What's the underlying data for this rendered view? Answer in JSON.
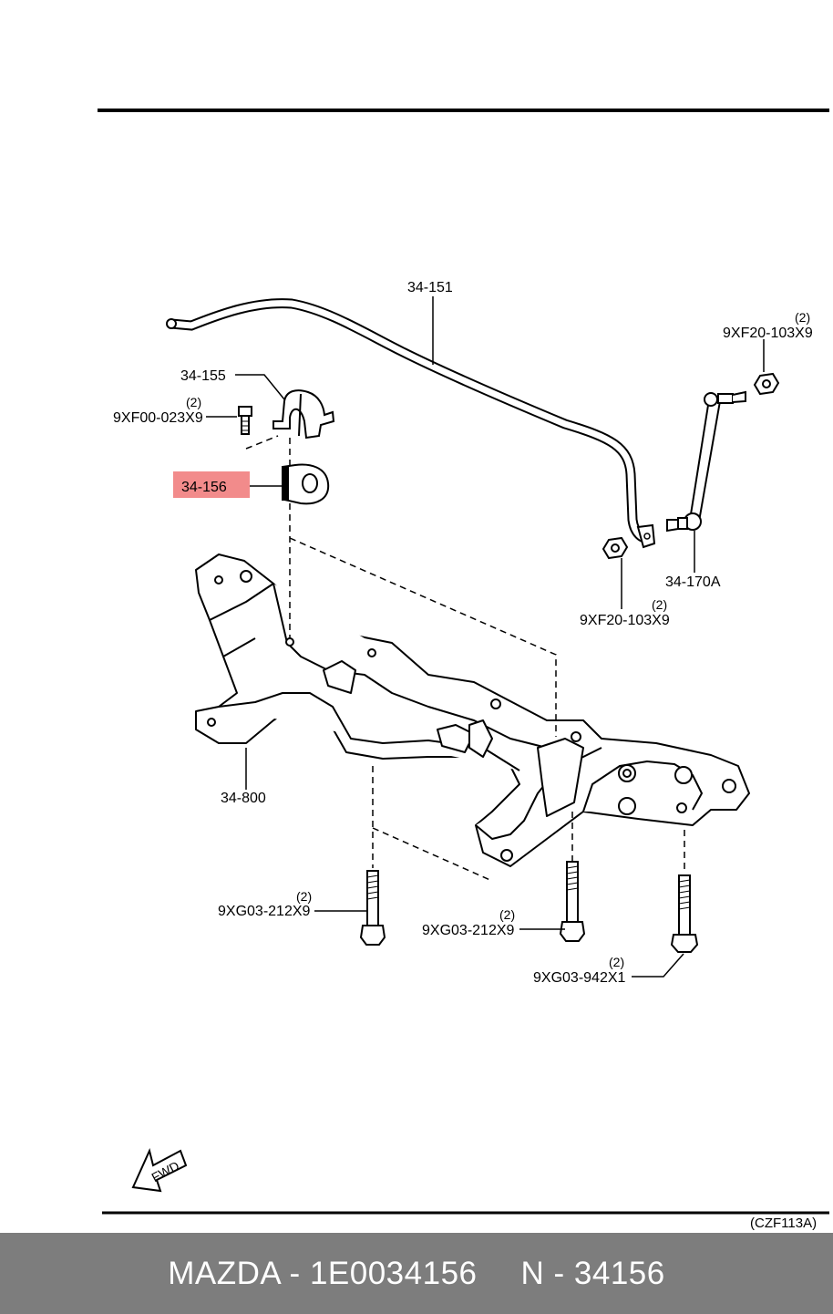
{
  "diagram": {
    "reference_code": "(CZF113A)",
    "direction_label": "FWD",
    "highlight_color": "#f28b8b",
    "parts": [
      {
        "id": "stabilizer",
        "label": "34-151"
      },
      {
        "id": "bracket",
        "label": "34-155"
      },
      {
        "id": "bushing",
        "label": "34-156",
        "highlighted": true
      },
      {
        "id": "link",
        "label": "34-170A"
      },
      {
        "id": "crossmember",
        "label": "34-800"
      }
    ],
    "fasteners": [
      {
        "id": "bracket-bolt",
        "code": "9XF00-023X9",
        "qty": "(2)"
      },
      {
        "id": "link-nut-upper",
        "code": "9XF20-103X9",
        "qty": "(2)"
      },
      {
        "id": "link-nut-lower",
        "code": "9XF20-103X9",
        "qty": "(2)"
      },
      {
        "id": "crossmember-bolt-left",
        "code": "9XG03-212X9",
        "qty": "(2)"
      },
      {
        "id": "crossmember-bolt-mid",
        "code": "9XG03-212X9",
        "qty": "(2)"
      },
      {
        "id": "crossmember-bolt-right",
        "code": "9XG03-942X1",
        "qty": "(2)"
      }
    ]
  },
  "footer": {
    "brand_part": "MAZDA - 1E0034156",
    "group_part": "N - 34156",
    "background": "#7d7d7d"
  }
}
